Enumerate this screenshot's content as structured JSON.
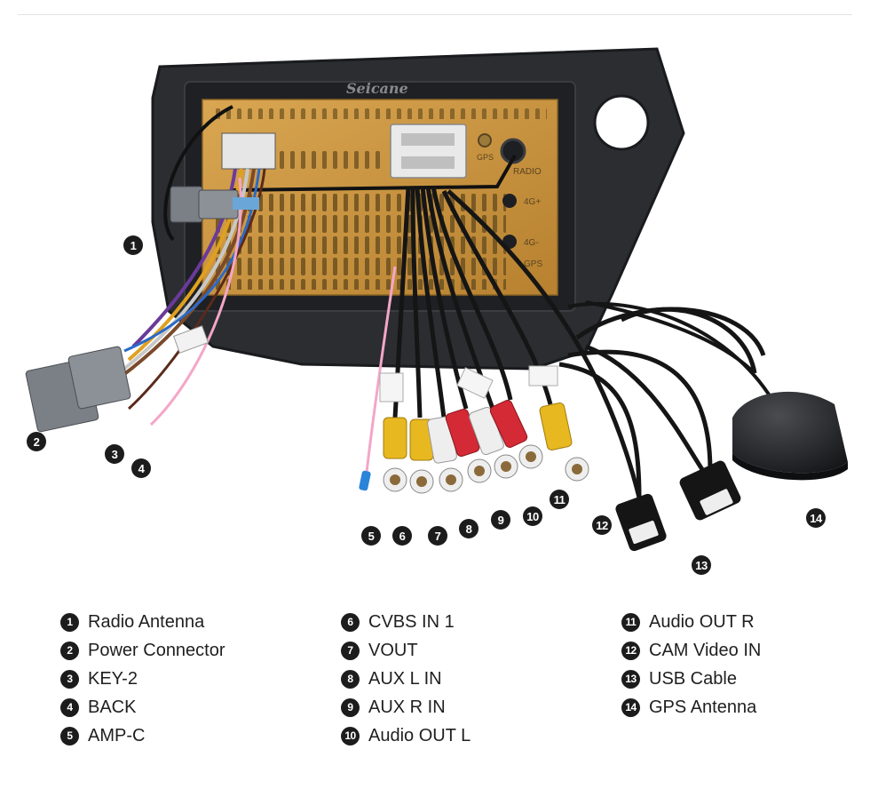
{
  "brand": {
    "logo_text": "Seicane"
  },
  "panel_labels": {
    "gps": "GPS",
    "radio": "RADIO",
    "port_a": "4G+",
    "port_b": "4G-",
    "gps_b": "GPS"
  },
  "markers": {
    "m1": "1",
    "m2": "2",
    "m3": "3",
    "m4": "4",
    "m5": "5",
    "m6": "6",
    "m7": "7",
    "m8": "8",
    "m9": "9",
    "m10": "10",
    "m11": "11",
    "m12": "12",
    "m13": "13",
    "m14": "14"
  },
  "legend": {
    "col1": [
      {
        "num": "1",
        "label": "Radio Antenna"
      },
      {
        "num": "2",
        "label": "Power Connector"
      },
      {
        "num": "3",
        "label": "KEY-2"
      },
      {
        "num": "4",
        "label": "BACK"
      },
      {
        "num": "5",
        "label": "AMP-C"
      }
    ],
    "col2": [
      {
        "num": "6",
        "label": "CVBS IN 1"
      },
      {
        "num": "7",
        "label": "VOUT"
      },
      {
        "num": "8",
        "label": "AUX L IN"
      },
      {
        "num": "9",
        "label": "AUX R IN"
      },
      {
        "num": "10",
        "label": "Audio OUT L"
      }
    ],
    "col3": [
      {
        "num": "11",
        "label": "Audio OUT R"
      },
      {
        "num": "12",
        "label": "CAM Video IN"
      },
      {
        "num": "13",
        "label": "USB Cable"
      },
      {
        "num": "14",
        "label": "GPS Antenna"
      }
    ]
  },
  "colors": {
    "frame": "#2b2d31",
    "gold_panel": "#c9923f",
    "rca_yellow": "#e8b820",
    "rca_red": "#d42a35",
    "rca_white": "#eeeeee",
    "connector_gray": "#7b7f86"
  }
}
